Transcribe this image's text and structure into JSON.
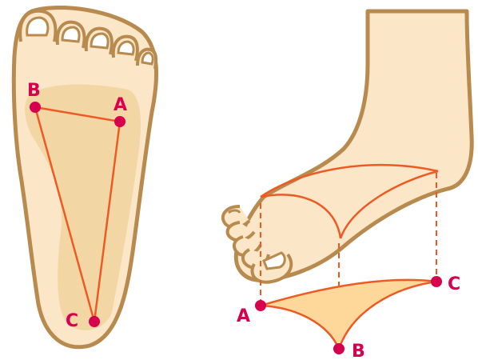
{
  "points": {
    "a": "A",
    "b": "B",
    "c": "C"
  },
  "colors": {
    "skin": "#FBE6C8",
    "skin_outline": "#B88A4E",
    "arch": "#F0D39E",
    "line": "#EE5A24",
    "point": "#D6004F",
    "label": "#D6004F",
    "triangle_fill": "#FDD89A"
  },
  "icons": {
    "sole": "foot-sole-illustration",
    "side": "foot-side-illustration"
  }
}
